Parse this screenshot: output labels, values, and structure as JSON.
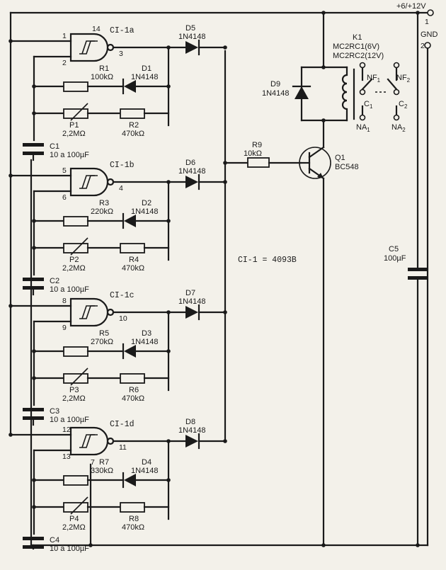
{
  "supply": {
    "label": "+6/+12V",
    "pin1": "1",
    "gnd_label": "GND",
    "pin2": "2"
  },
  "ic_note": "CI-1 = 4093B",
  "gates": [
    {
      "name": "CI-1a",
      "pin_in1": "1",
      "pin_in2": "2",
      "pin_out": "3",
      "pin_extra": "14"
    },
    {
      "name": "CI-1b",
      "pin_in1": "5",
      "pin_in2": "6",
      "pin_out": "4",
      "pin_extra": ""
    },
    {
      "name": "CI-1c",
      "pin_in1": "8",
      "pin_in2": "9",
      "pin_out": "10",
      "pin_extra": ""
    },
    {
      "name": "CI-1d",
      "pin_in1": "12",
      "pin_in2": "13",
      "pin_out": "11",
      "pin_extra": "7"
    }
  ],
  "resistors": [
    {
      "ref": "R1",
      "value": "100kΩ"
    },
    {
      "ref": "R2",
      "value": "470kΩ"
    },
    {
      "ref": "R3",
      "value": "220kΩ"
    },
    {
      "ref": "R4",
      "value": "470kΩ"
    },
    {
      "ref": "R5",
      "value": "270kΩ"
    },
    {
      "ref": "R6",
      "value": "470kΩ"
    },
    {
      "ref": "R7",
      "value": "330kΩ"
    },
    {
      "ref": "R8",
      "value": "470kΩ"
    },
    {
      "ref": "R9",
      "value": "10kΩ"
    }
  ],
  "pots": [
    {
      "ref": "P1",
      "value": "2,2MΩ"
    },
    {
      "ref": "P2",
      "value": "2,2MΩ"
    },
    {
      "ref": "P3",
      "value": "2,2MΩ"
    },
    {
      "ref": "P4",
      "value": "2,2MΩ"
    }
  ],
  "diodes": [
    {
      "ref": "D1",
      "part": "1N4148"
    },
    {
      "ref": "D2",
      "part": "1N4148"
    },
    {
      "ref": "D3",
      "part": "1N4148"
    },
    {
      "ref": "D4",
      "part": "1N4148"
    },
    {
      "ref": "D5",
      "part": "1N4148"
    },
    {
      "ref": "D6",
      "part": "1N4148"
    },
    {
      "ref": "D7",
      "part": "1N4148"
    },
    {
      "ref": "D8",
      "part": "1N4148"
    },
    {
      "ref": "D9",
      "part": "1N4148"
    }
  ],
  "capacitors": [
    {
      "ref": "C1",
      "value": "10 a 100µF"
    },
    {
      "ref": "C2",
      "value": "10 a 100µF"
    },
    {
      "ref": "C3",
      "value": "10 a 100µF"
    },
    {
      "ref": "C4",
      "value": "10 a 100µF"
    },
    {
      "ref": "C5",
      "value": "100µF"
    }
  ],
  "transistor": {
    "ref": "Q1",
    "part": "BC548"
  },
  "relay": {
    "ref": "K1",
    "part6": "MC2RC1(6V)",
    "part12": "MC2RC2(12V)",
    "nf1": "NF",
    "nf1_sub": "1",
    "c1": "C",
    "c1_sub": "1",
    "na1": "NA",
    "na1_sub": "1",
    "nf2": "NF",
    "nf2_sub": "2",
    "c2": "C",
    "c2_sub": "2",
    "na2": "NA",
    "na2_sub": "2"
  }
}
